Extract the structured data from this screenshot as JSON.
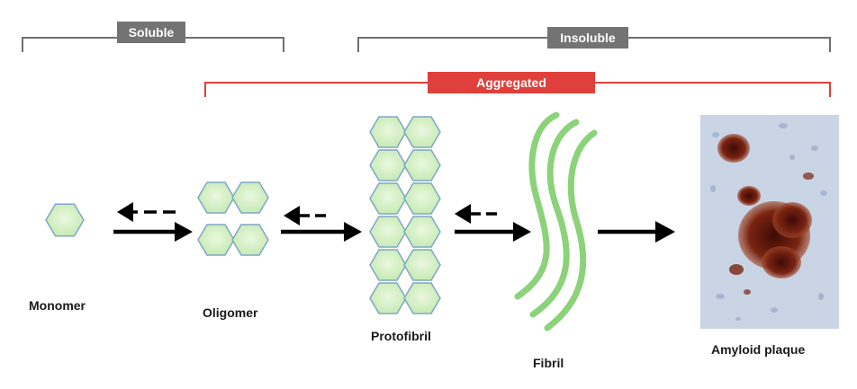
{
  "groups": {
    "soluble": "Soluble",
    "insoluble": "Insoluble",
    "aggregated": "Aggregated"
  },
  "stages": {
    "monomer": "Monomer",
    "oligomer": "Oligomer",
    "protofibril": "Protofibril",
    "fibril": "Fibril",
    "amyloid_plaque": "Amyloid plaque"
  },
  "colors": {
    "bracket_gray": "#707070",
    "tag_gray": "#737373",
    "aggregated_red": "#e0403b",
    "hex_fill": "#d3efc4",
    "hex_stroke": "#7da7c4",
    "fibril_green": "#8cd27a",
    "arrow": "#000000",
    "tissue_bg": "#c9d4e4",
    "plaque_brown": "#6b1a0f"
  }
}
